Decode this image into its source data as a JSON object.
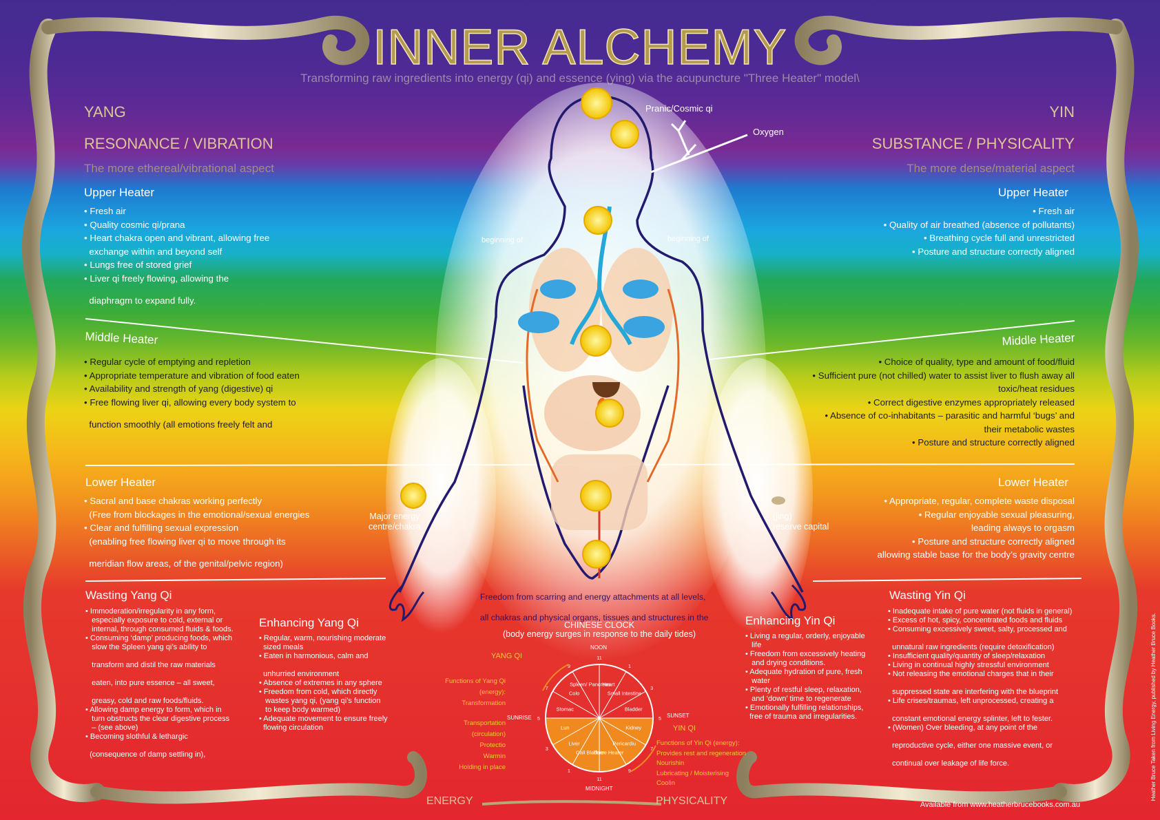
{
  "title": "INNER ALCHEMY",
  "subtitle": "Transforming raw ingredients into energy (qi) and essence (ying) via the acupuncture \"Three Heater\" model\\",
  "yang": {
    "label": "YANG",
    "heading": "RESONANCE / VIBRATION",
    "sub": "The more ethereal/vibrational aspect",
    "upper_title": "Upper Heater",
    "upper_items": [
      "• Fresh air",
      "• Quality cosmic qi/prana",
      "• Heart chakra open and vibrant, allowing free",
      "  exchange within and beyond self",
      "• Lungs free of stored grief",
      "• Liver qi freely flowing, allowing the",
      "",
      "  diaphragm to expand fully."
    ],
    "middle_title": "Middle Heater",
    "middle_items": [
      "• Regular cycle of emptying and repletion",
      "• Appropriate temperature and vibration of food eaten",
      "• Availability and strength of yang (digestive) qi",
      "• Free flowing liver qi, allowing every body system to",
      "",
      "  function smoothly (all emotions freely felt and"
    ],
    "lower_title": "Lower Heater",
    "lower_items": [
      "• Sacral and base chakras working perfectly",
      "  (Free from blockages in the emotional/sexual energies",
      "• Clear and fulfilling sexual expression",
      "  (enabling free flowing liver qi to move through its",
      "",
      "  meridian flow areas, of the genital/pelvic region)"
    ]
  },
  "yin": {
    "label": "YIN",
    "heading": "SUBSTANCE / PHYSICALITY",
    "sub": "The more dense/material aspect",
    "upper_title": "Upper Heater",
    "upper_items": [
      "• Fresh air",
      "• Quality of air breathed (absence of pollutants)",
      "• Breathing cycle full and unrestricted",
      "• Posture and structure correctly aligned"
    ],
    "middle_title": "Middle Heater",
    "middle_items": [
      "• Choice of quality, type and amount of food/fluid",
      "• Sufficient pure (not chilled) water to assist liver to flush away all",
      "toxic/heat residues",
      "• Correct digestive enzymes appropriately released",
      "• Absence of co-inhabitants – parasitic and harmful ‘bugs’ and",
      "their metabolic wastes",
      "• Posture and structure correctly aligned"
    ],
    "lower_title": "Lower Heater",
    "lower_items": [
      "• Appropriate, regular, complete waste disposal",
      "• Regular enjoyable sexual pleasuring,",
      "leading always to orgasm",
      "• Posture and structure correctly aligned",
      "allowing stable base for the body’s gravity centre"
    ]
  },
  "figure": {
    "pranic": "Pranic/Cosmic qi",
    "oxygen": "Oxygen",
    "beginning_left": "beginning of",
    "beginning_right": "beginning of",
    "major_energy": [
      "Major energy",
      "centre/chakra"
    ],
    "jing": [
      "(jing)",
      "reserve capital"
    ]
  },
  "freedom": [
    "Freedom from scarring and energy attachments at all levels,",
    "all chakras and physical organs, tissues and structures in the"
  ],
  "wasting_yang": {
    "title": "Wasting Yang Qi",
    "items": [
      "• Immoderation/irregularity in any form,",
      "   especially exposure to cold, external or",
      "   internal, through consumed fluids & foods.",
      "• Consuming ‘damp’ producing foods, which",
      "   slow the Spleen yang qi’s ability to",
      "",
      "   transform and distil the raw materials",
      "",
      "   eaten, into pure essence – all sweet,",
      "",
      "   greasy, cold and raw foods/fluids.",
      "• Allowing damp energy to form, which in",
      "   turn obstructs the clear digestive process",
      "   – (see above)",
      "• Becoming slothful & lethargic",
      "",
      "  (consequence of damp settling in),"
    ]
  },
  "enhancing_yang": {
    "title": "Enhancing Yang Qi",
    "items": [
      "• Regular, warm, nourishing moderate",
      "  sized meals",
      "• Eaten in harmonious, calm and",
      "",
      "  unhurried environment",
      "• Absence of extremes in any sphere",
      "• Freedom from cold, which directly",
      "   wastes yang qi, (yang qi’s function",
      "   to keep body warmed)",
      "• Adequate movement to ensure freely",
      "  flowing circulation"
    ]
  },
  "enhancing_yin": {
    "title": "Enhancing Yin Qi",
    "items": [
      "• Living a regular, orderly, enjoyable",
      "   life",
      "• Freedom from excessively heating",
      "   and drying conditions.",
      "• Adequate hydration of pure, fresh",
      "   water",
      "• Plenty of restful sleep, relaxation,",
      "   and ‘down’ time to regenerate",
      "• Emotionally fulfilling relationships,",
      "  free of trauma and irregularities."
    ]
  },
  "wasting_yin": {
    "title": "Wasting Yin Qi",
    "items": [
      "• Inadequate intake of pure water (not fluids in general)",
      "• Excess of hot, spicy, concentrated foods and fluids",
      "• Consuming excessively sweet, salty, processed and",
      "",
      "  unnatural raw ingredients (require detoxification)",
      "• Insufficient quality/quantity of sleep/relaxation",
      "• Living in continual highly stressful environment",
      "• Not releasing the emotional charges that in their",
      "",
      "  suppressed state are interfering with the blueprint",
      "• Life crises/traumas, left unprocessed, creating a",
      "",
      "  constant emotional energy splinter, left to fester.",
      "• (Women) Over bleeding, at any point of the",
      "",
      "  reproductive cycle, either one massive event, or",
      "",
      "  continual over leakage of life force."
    ]
  },
  "clock": {
    "title": "CHINESE CLOCK",
    "subtitle": "(body energy surges in response to the daily tides)",
    "yang_qi": "YANG QI",
    "yin_qi": "YIN QI",
    "noon": "NOON",
    "midnight": "MIDNIGHT",
    "sunrise": "SUNRISE",
    "sunset": "SUNSET",
    "yang_functions": [
      "Functions of Yang Qi (energy):",
      "Transformation",
      "",
      "Transportation",
      "(circulation)",
      "Protectio",
      "Warmin",
      "Holding in place"
    ],
    "yin_functions": [
      "Functions of Yin Qi (energy):",
      "Provides rest and regeneration",
      "Nourishin",
      "Lubricating / Moisterising",
      "Coolin"
    ],
    "segments": [
      "Heart",
      "Small Intestine",
      "Bladder",
      "Kidney",
      "Pericardiu",
      "Three Heater",
      "Gall Bladder",
      "Liver",
      "Lun",
      "Stomac",
      "Colo",
      "Spleen/ Pancreas"
    ],
    "numbers": [
      "11",
      "1",
      "3",
      "5",
      "7",
      "9",
      "11",
      "1",
      "3",
      "5",
      "7",
      "9"
    ]
  },
  "bottom": {
    "energy": "ENERGY",
    "physicality": "PHYSICALITY"
  },
  "footer": "Available from www.heatherbrucebooks.com.au",
  "credit": "Heather Bruce     Taken from Living Energy, published by Heather Bruce Books."
}
